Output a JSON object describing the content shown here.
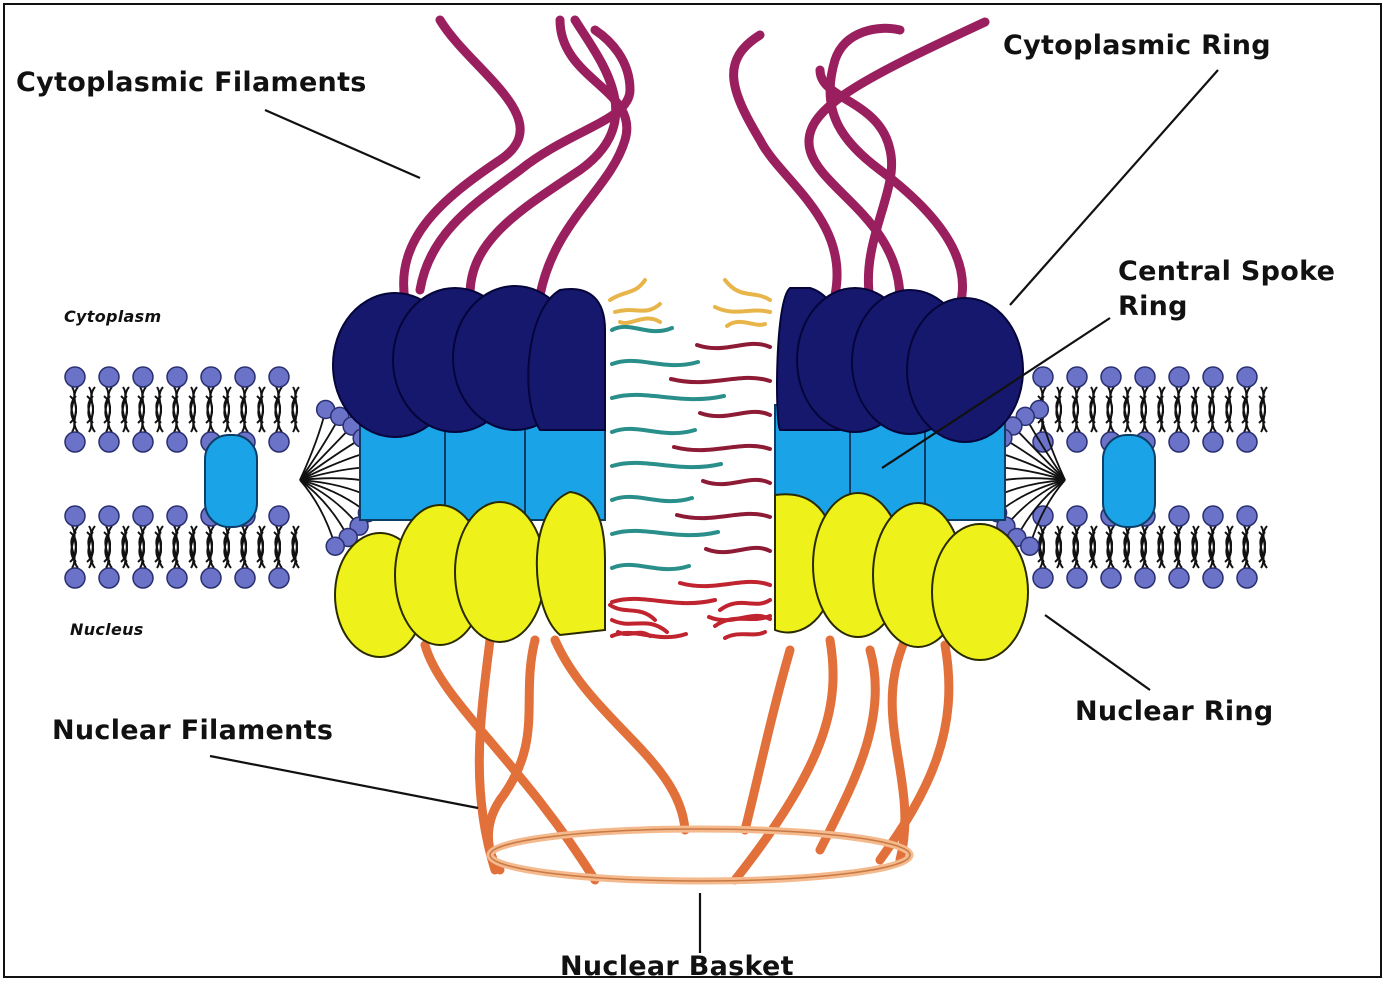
{
  "labels": {
    "cytoplasmic_filaments": "Cytoplasmic Filaments",
    "cytoplasmic_ring": "Cytoplasmic Ring",
    "central_spoke_ring_line1": "Central Spoke",
    "central_spoke_ring_line2": "Ring",
    "cytoplasm": "Cytoplasm",
    "nucleus": "Nucleus",
    "nuclear_ring": "Nuclear Ring",
    "nuclear_filaments": "Nuclear Filaments",
    "nuclear_basket": "Nuclear Basket"
  },
  "colors": {
    "cytoplasmic_filament": "#9a1f5e",
    "cytoplasmic_ring": "#16186e",
    "central_spoke": "#1aa3e6",
    "nuclear_ring": "#eef21a",
    "nuclear_filament": "#e2703a",
    "basket_ring": "#f4b98c",
    "lipid_head": "#6b73c8",
    "fg_teal": "#2a8f8a",
    "fg_maroon": "#8e1b35",
    "fg_gold": "#e8b54a",
    "fg_red": "#c0242e"
  }
}
